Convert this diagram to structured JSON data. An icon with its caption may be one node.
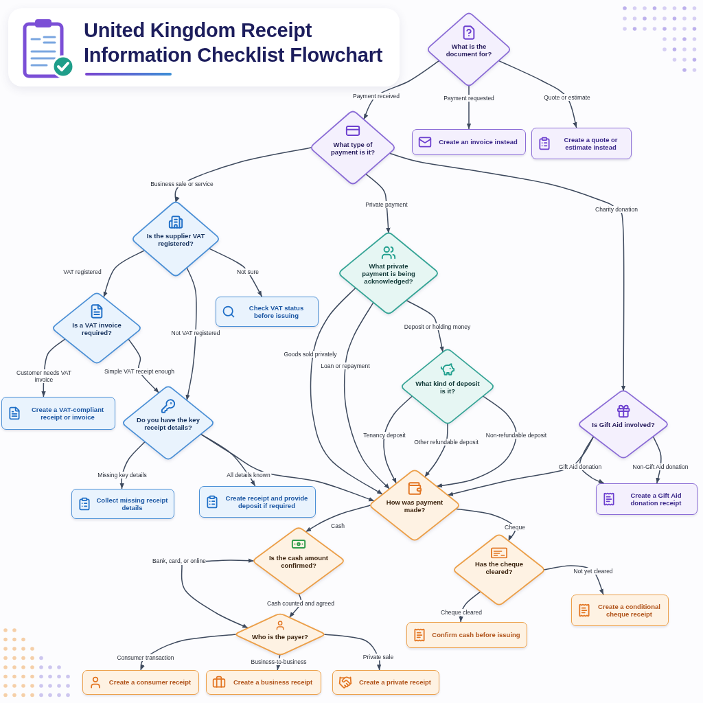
{
  "diagram": {
    "title": "United Kingdom Receipt Information Checklist Flowchart",
    "nodes": [
      {
        "text": [
          "What is the document for?"
        ]
      },
      {
        "text": [
          "What type of payment is it?"
        ]
      },
      {
        "text": [
          "Create an invoice instead"
        ]
      },
      {
        "text": [
          "Create a quote or estimate instead"
        ]
      },
      {
        "text": [
          "Is the supplier VAT registered?"
        ]
      },
      {
        "text": [
          "Check VAT status before issuing"
        ]
      },
      {
        "text": [
          "What private payment is being acknowledged?"
        ]
      },
      {
        "text": [
          "Is a VAT invoice required?"
        ]
      },
      {
        "text": [
          "Create a VAT-compliant receipt or invoice"
        ]
      },
      {
        "text": [
          "What kind of deposit is it?"
        ]
      },
      {
        "text": [
          "Is Gift Aid involved?"
        ]
      },
      {
        "text": [
          "Do you have the key receipt details?"
        ]
      },
      {
        "text": [
          "Collect missing receipt details"
        ]
      },
      {
        "text": [
          "Create receipt and provide deposit if required"
        ]
      },
      {
        "text": [
          "How was payment made?"
        ]
      },
      {
        "text": [
          "Create a Gift Aid donation receipt"
        ]
      },
      {
        "text": [
          "Is the cash amount confirmed?"
        ]
      },
      {
        "text": [
          "Has the cheque cleared?"
        ]
      },
      {
        "text": [
          "Create a conditional cheque receipt"
        ]
      },
      {
        "text": [
          "Confirm cash before issuing"
        ]
      },
      {
        "text": [
          "Who is the payer?"
        ]
      },
      {
        "text": [
          "Create a consumer receipt"
        ]
      },
      {
        "text": [
          "Create a business receipt"
        ]
      },
      {
        "text": [
          "Create a private receipt"
        ]
      },
      {
        "text": [
          "Bank, card, or online"
        ]
      }
    ],
    "edges": [
      {
        "from": 0,
        "to": 1,
        "label": "Payment received",
        "arrow": "to"
      },
      {
        "from": 0,
        "to": 2,
        "label": "Payment requested",
        "arrow": "to"
      },
      {
        "from": 0,
        "to": 3,
        "label": "Quote or estimate",
        "arrow": "to"
      },
      {
        "from": 1,
        "to": 4,
        "label": "Business sale or service",
        "arrow": "to"
      },
      {
        "from": 1,
        "to": 6,
        "label": "Private payment",
        "arrow": "to"
      },
      {
        "from": 1,
        "to": 10,
        "label": "Charity donation",
        "arrow": "to"
      },
      {
        "from": 4,
        "to": 7,
        "label": "VAT registered",
        "arrow": "to"
      },
      {
        "from": 4,
        "to": 5,
        "label": "Not sure",
        "arrow": "to"
      },
      {
        "from": 4,
        "to": 11,
        "label": "Not VAT registered",
        "arrow": "to"
      },
      {
        "from": 7,
        "to": 8,
        "label": "Customer needs VAT invoice",
        "arrow": "to"
      },
      {
        "from": 7,
        "to": 11,
        "label": "Simple VAT receipt enough",
        "arrow": "to"
      },
      {
        "from": 6,
        "to": 9,
        "label": "Deposit or holding money",
        "arrow": "to"
      },
      {
        "from": 6,
        "to": 14,
        "label": "Goods sold privately",
        "arrow": "to"
      },
      {
        "from": 6,
        "to": 14,
        "label": "Loan or repayment",
        "arrow": "to"
      },
      {
        "from": 9,
        "to": 14,
        "label": "Tenancy deposit",
        "arrow": "to"
      },
      {
        "from": 9,
        "to": 14,
        "label": "Other refundable deposit",
        "arrow": "to"
      },
      {
        "from": 9,
        "to": 14,
        "label": "Non-refundable deposit",
        "arrow": "to"
      },
      {
        "from": 10,
        "to": 15,
        "label": "Gift Aid donation",
        "arrow": "to"
      },
      {
        "from": 10,
        "to": 14,
        "arrow": "to"
      },
      {
        "from": 10,
        "to": 15,
        "label": "Non-Gift Aid donation",
        "arrow": "to"
      },
      {
        "from": 11,
        "to": 12,
        "label": "Missing key details",
        "arrow": "to"
      },
      {
        "from": 11,
        "to": 13,
        "label": "All details known",
        "arrow": "to"
      },
      {
        "from": 11,
        "to": 14,
        "arrow": "to"
      },
      {
        "from": 14,
        "to": 16,
        "label": "Cash",
        "arrow": "to"
      },
      {
        "from": 14,
        "to": 17,
        "label": "Cheque",
        "arrow": "to"
      },
      {
        "from": 16,
        "to": 20,
        "label": "Cash counted and agreed",
        "arrow": "to"
      },
      {
        "from": 24,
        "to": 16,
        "arrow": "to"
      },
      {
        "from": 24,
        "to": 20,
        "arrow": "to"
      },
      {
        "from": 17,
        "to": 19,
        "label": "Cheque cleared",
        "arrow": "to"
      },
      {
        "from": 17,
        "to": 18,
        "label": "Not yet cleared",
        "arrow": "to"
      },
      {
        "from": 20,
        "to": 21,
        "label": "Consumer transaction",
        "arrow": "to"
      },
      {
        "from": 20,
        "to": 22,
        "label": "Business-to-business",
        "arrow": "to"
      },
      {
        "from": 20,
        "to": 23,
        "label": "Private sale",
        "arrow": "to"
      }
    ]
  }
}
